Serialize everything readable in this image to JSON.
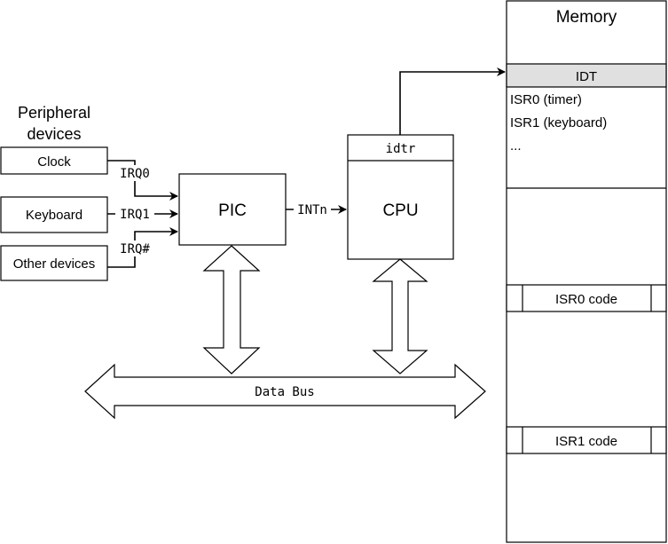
{
  "title": "Peripheral devices",
  "title_line1": "Peripheral",
  "title_line2": "devices",
  "devices": [
    {
      "label": "Clock",
      "irq": "IRQ0"
    },
    {
      "label": "Keyboard",
      "irq": "IRQ1"
    },
    {
      "label": "Other devices",
      "irq": "IRQ#"
    }
  ],
  "pic": {
    "label": "PIC",
    "output_signal": "INTn"
  },
  "cpu": {
    "label": "CPU",
    "register": "idtr"
  },
  "bus": {
    "label": "Data Bus"
  },
  "memory": {
    "title": "Memory",
    "idt": {
      "label": "IDT",
      "entries": [
        "ISR0 (timer)",
        "ISR1 (keyboard)",
        "..."
      ],
      "header_color": "#e0e0e0"
    },
    "code_blocks": [
      "ISR0 code",
      "ISR1 code"
    ]
  }
}
